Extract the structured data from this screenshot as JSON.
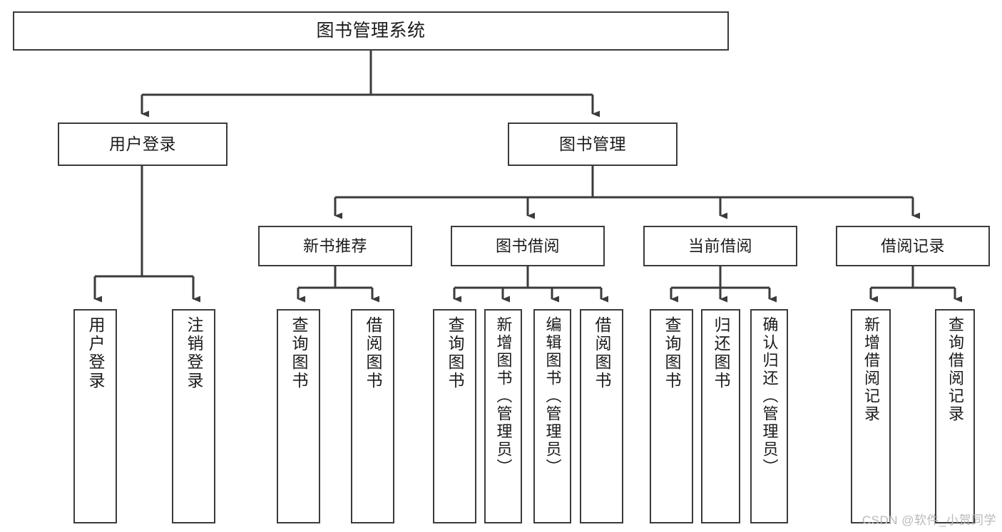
{
  "diagram": {
    "type": "tree",
    "title": "图书管理系统",
    "orientation": "top-down",
    "watermark": "CSDN @软件_小贺同学",
    "colors": {
      "background": "#ffffff",
      "border": "#3b3b3b",
      "text": "#1b1b1b",
      "connector": "#3b3b3b",
      "watermark": "#b9b9b9"
    },
    "nodes": {
      "root": {
        "label": "图书管理系统"
      },
      "level1": [
        {
          "id": "user-login",
          "label": "用户登录"
        },
        {
          "id": "book-manage",
          "label": "图书管理"
        }
      ],
      "level2": [
        {
          "id": "new-book-recommend",
          "label": "新书推荐",
          "parent": "book-manage"
        },
        {
          "id": "book-borrow",
          "label": "图书借阅",
          "parent": "book-manage"
        },
        {
          "id": "current-borrow",
          "label": "当前借阅",
          "parent": "book-manage"
        },
        {
          "id": "borrow-record",
          "label": "借阅记录",
          "parent": "book-manage"
        }
      ],
      "leaves": [
        {
          "id": "leaf-user-login",
          "label": "用户登录",
          "parent": "user-login"
        },
        {
          "id": "leaf-logout",
          "label": "注销登录",
          "parent": "user-login"
        },
        {
          "id": "leaf-query-book-1",
          "label": "查询图书",
          "parent": "new-book-recommend"
        },
        {
          "id": "leaf-borrow-book-1",
          "label": "借阅图书",
          "parent": "new-book-recommend"
        },
        {
          "id": "leaf-query-book-2",
          "label": "查询图书",
          "parent": "book-borrow"
        },
        {
          "id": "leaf-add-book",
          "label": "新增图书（管理员）",
          "parent": "book-borrow"
        },
        {
          "id": "leaf-edit-book",
          "label": "编辑图书（管理员）",
          "parent": "book-borrow"
        },
        {
          "id": "leaf-borrow-book-2",
          "label": "借阅图书",
          "parent": "book-borrow"
        },
        {
          "id": "leaf-query-book-3",
          "label": "查询图书",
          "parent": "current-borrow"
        },
        {
          "id": "leaf-return-book",
          "label": "归还图书",
          "parent": "current-borrow"
        },
        {
          "id": "leaf-confirm-return",
          "label": "确认归还（管理员）",
          "parent": "current-borrow"
        },
        {
          "id": "leaf-add-record",
          "label": "新增借阅记录",
          "parent": "borrow-record"
        },
        {
          "id": "leaf-query-record",
          "label": "查询借阅记录",
          "parent": "borrow-record"
        }
      ]
    }
  }
}
